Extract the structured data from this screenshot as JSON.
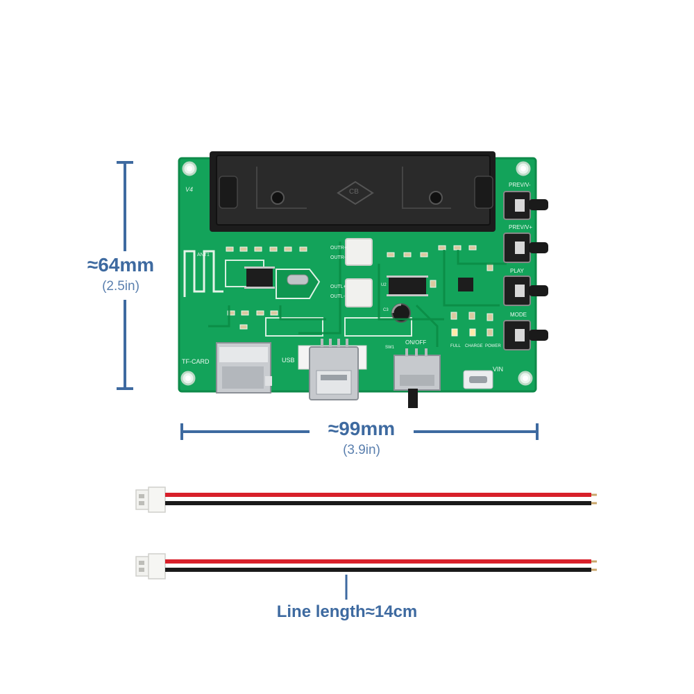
{
  "dimensions": {
    "height": {
      "main": "≈64mm",
      "sub": "(2.5in)"
    },
    "width": {
      "main": "≈99mm",
      "sub": "(3.9in)"
    },
    "cable": {
      "main": "Line length≈14cm"
    }
  },
  "board_labels": {
    "version": "V4",
    "tf_card": "TF-CARD",
    "usb": "USB",
    "on_off": "ON/OFF",
    "vin": "VIN",
    "prev_down": "PREV/V-",
    "prev_up": "PREV/V+",
    "play": "PLAY",
    "mode": "MODE",
    "full": "FULL",
    "charge": "CHARGE",
    "power": "POWER",
    "outr_top": "OUTR+",
    "outr_bottom": "OUTR-",
    "outl_top": "OUTL+",
    "outl_bottom": "OUTL-",
    "battery_mark": "CB",
    "antenna": "ANT1",
    "u2": "U2",
    "c3": "C3",
    "sw1": "SW1"
  },
  "colors": {
    "pcb": "#13a35a",
    "pcb_dark": "#0b7a40",
    "accent": "#3e6aa0",
    "wire_red": "#d8202a",
    "wire_black": "#1a1a1a"
  }
}
